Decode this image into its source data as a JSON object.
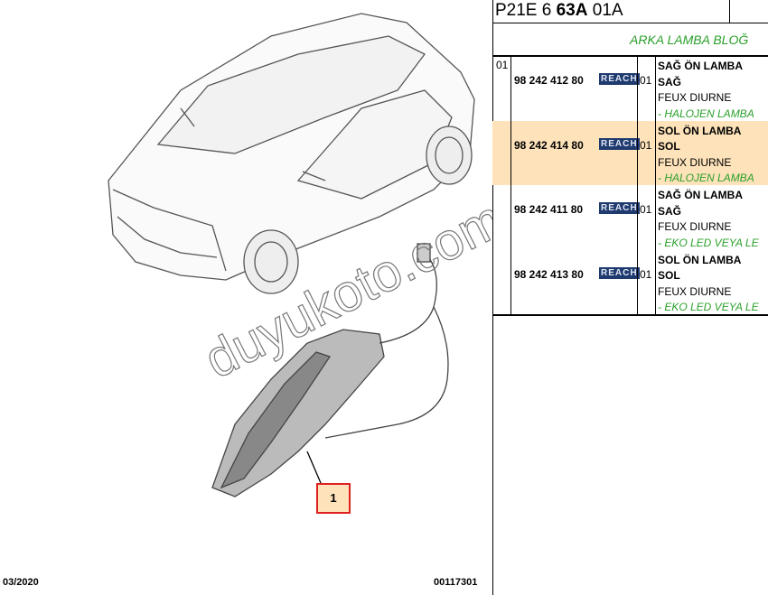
{
  "header": {
    "code_prefix": "P21E 6 ",
    "code_bold": "63A",
    "code_suffix": " 01A"
  },
  "section_title": "ARKA LAMBA BLOĞ",
  "rows": [
    {
      "item": "01",
      "part_no": "98 242 412 80",
      "badge": "REACH",
      "qty": "01",
      "name": "SAĞ ÖN LAMBA",
      "side": "SAĞ",
      "desc": "FEUX DIURNE",
      "note": "- HALOJEN LAMBA",
      "highlighted": false
    },
    {
      "item": "",
      "part_no": "98 242 414 80",
      "badge": "REACH",
      "qty": "01",
      "name": "SOL ÖN LAMBA",
      "side": "SOL",
      "desc": "FEUX DIURNE",
      "note": "- HALOJEN LAMBA",
      "highlighted": true
    },
    {
      "item": "",
      "part_no": "98 242 411 80",
      "badge": "REACH",
      "qty": "01",
      "name": "SAĞ ÖN LAMBA",
      "side": "SAĞ",
      "desc": "FEUX DIURNE",
      "note": "- EKO LED VEYA LE",
      "highlighted": false
    },
    {
      "item": "",
      "part_no": "98 242 413 80",
      "badge": "REACH",
      "qty": "01",
      "name": "SOL ÖN LAMBA",
      "side": "SOL",
      "desc": "FEUX DIURNE",
      "note": "- EKO LED VEYA LE",
      "highlighted": false
    }
  ],
  "callout": "1",
  "watermark": "duyukoto.com",
  "footer": {
    "date": "03/2020",
    "ref": "00117301"
  },
  "colors": {
    "highlight": "#fde2ba",
    "green_text": "#2aa02a",
    "badge_bg": "#1f3a6e",
    "callout_border": "#e02020"
  }
}
